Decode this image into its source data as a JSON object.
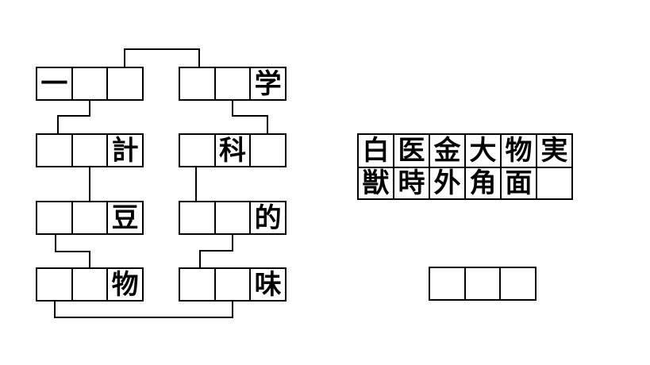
{
  "puzzle": {
    "left_chain": [
      {
        "cells": [
          "一",
          "",
          ""
        ]
      },
      {
        "cells": [
          "",
          "",
          "計"
        ]
      },
      {
        "cells": [
          "",
          "",
          "豆"
        ]
      },
      {
        "cells": [
          "",
          "",
          "物"
        ]
      }
    ],
    "right_chain": [
      {
        "cells": [
          "",
          "",
          "学"
        ]
      },
      {
        "cells": [
          "",
          "科",
          ""
        ]
      },
      {
        "cells": [
          "",
          "",
          "的"
        ]
      },
      {
        "cells": [
          "",
          "",
          "味"
        ]
      }
    ],
    "kanji_bank": {
      "rows": [
        [
          "白",
          "医",
          "金",
          "大",
          "物",
          "実"
        ],
        [
          "獣",
          "時",
          "外",
          "角",
          "面",
          ""
        ]
      ]
    },
    "answer_box": {
      "cells": [
        "",
        "",
        ""
      ]
    }
  },
  "colors": {
    "line": "#000000",
    "background": "#ffffff"
  }
}
